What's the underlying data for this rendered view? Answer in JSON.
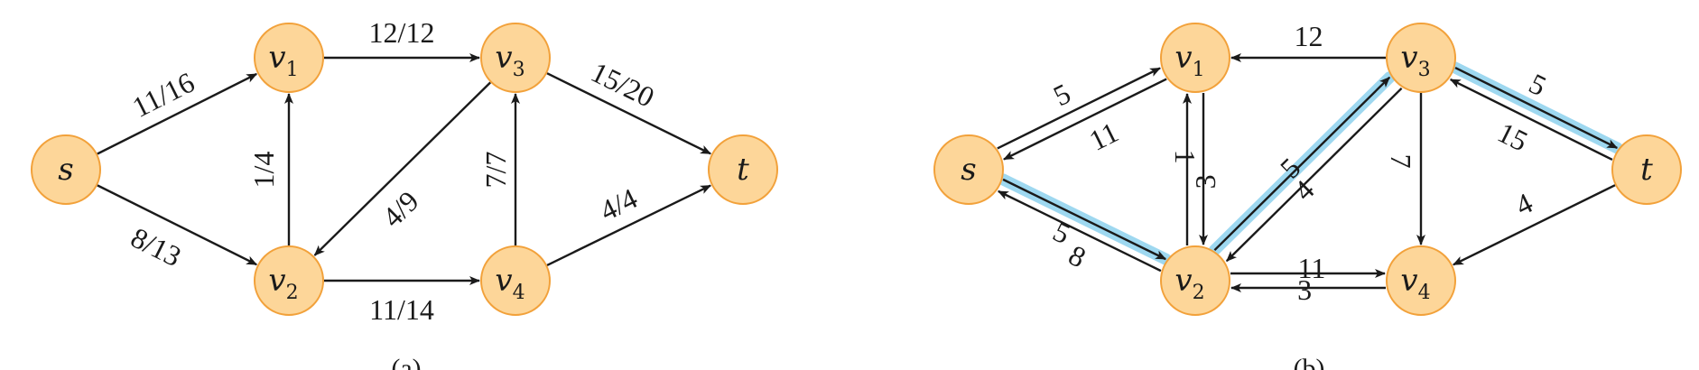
{
  "figure_a": {
    "caption": "(a)",
    "nodes": [
      {
        "id": "s",
        "label": "s",
        "sub": ""
      },
      {
        "id": "v1",
        "label": "v",
        "sub": "1"
      },
      {
        "id": "v2",
        "label": "v",
        "sub": "2"
      },
      {
        "id": "v3",
        "label": "v",
        "sub": "3"
      },
      {
        "id": "v4",
        "label": "v",
        "sub": "4"
      },
      {
        "id": "t",
        "label": "t",
        "sub": ""
      }
    ],
    "edges": [
      {
        "from": "s",
        "to": "v1",
        "label": "11/16"
      },
      {
        "from": "s",
        "to": "v2",
        "label": "8/13"
      },
      {
        "from": "v2",
        "to": "v1",
        "label": "1/4"
      },
      {
        "from": "v1",
        "to": "v3",
        "label": "12/12"
      },
      {
        "from": "v3",
        "to": "v2",
        "label": "4/9"
      },
      {
        "from": "v2",
        "to": "v4",
        "label": "11/14"
      },
      {
        "from": "v4",
        "to": "v3",
        "label": "7/7"
      },
      {
        "from": "v3",
        "to": "t",
        "label": "15/20"
      },
      {
        "from": "v4",
        "to": "t",
        "label": "4/4"
      }
    ]
  },
  "figure_b": {
    "caption": "(b)",
    "nodes": [
      {
        "id": "s",
        "label": "s",
        "sub": ""
      },
      {
        "id": "v1",
        "label": "v",
        "sub": "1"
      },
      {
        "id": "v2",
        "label": "v",
        "sub": "2"
      },
      {
        "id": "v3",
        "label": "v",
        "sub": "3"
      },
      {
        "id": "v4",
        "label": "v",
        "sub": "4"
      },
      {
        "id": "t",
        "label": "t",
        "sub": ""
      }
    ],
    "edges": [
      {
        "from": "s",
        "to": "v1",
        "label": "5",
        "highlight": false
      },
      {
        "from": "v1",
        "to": "s",
        "label": "11",
        "highlight": false
      },
      {
        "from": "s",
        "to": "v2",
        "label": "5",
        "highlight": true
      },
      {
        "from": "v2",
        "to": "s",
        "label": "8",
        "highlight": false
      },
      {
        "from": "v3",
        "to": "v1",
        "label": "12",
        "highlight": false
      },
      {
        "from": "v1",
        "to": "v2",
        "label": "1",
        "highlight": false
      },
      {
        "from": "v2",
        "to": "v1",
        "label": "3",
        "highlight": false
      },
      {
        "from": "v2",
        "to": "v3",
        "label": "4",
        "highlight": true
      },
      {
        "from": "v3",
        "to": "v2",
        "label": "5",
        "highlight": false
      },
      {
        "from": "v3",
        "to": "v4",
        "label": "7",
        "highlight": false
      },
      {
        "from": "v2",
        "to": "v4",
        "label": "3",
        "highlight": false
      },
      {
        "from": "v4",
        "to": "v2",
        "label": "11",
        "highlight": false
      },
      {
        "from": "v3",
        "to": "t",
        "label": "5",
        "highlight": true
      },
      {
        "from": "t",
        "to": "v3",
        "label": "15",
        "highlight": false
      },
      {
        "from": "t",
        "to": "v4",
        "label": "4",
        "highlight": false
      }
    ]
  },
  "colors": {
    "node_fill": "#FDD699",
    "node_stroke": "#F2A13A",
    "edge": "#1a1a1a",
    "augmenting_path": "#9ED8F0"
  }
}
